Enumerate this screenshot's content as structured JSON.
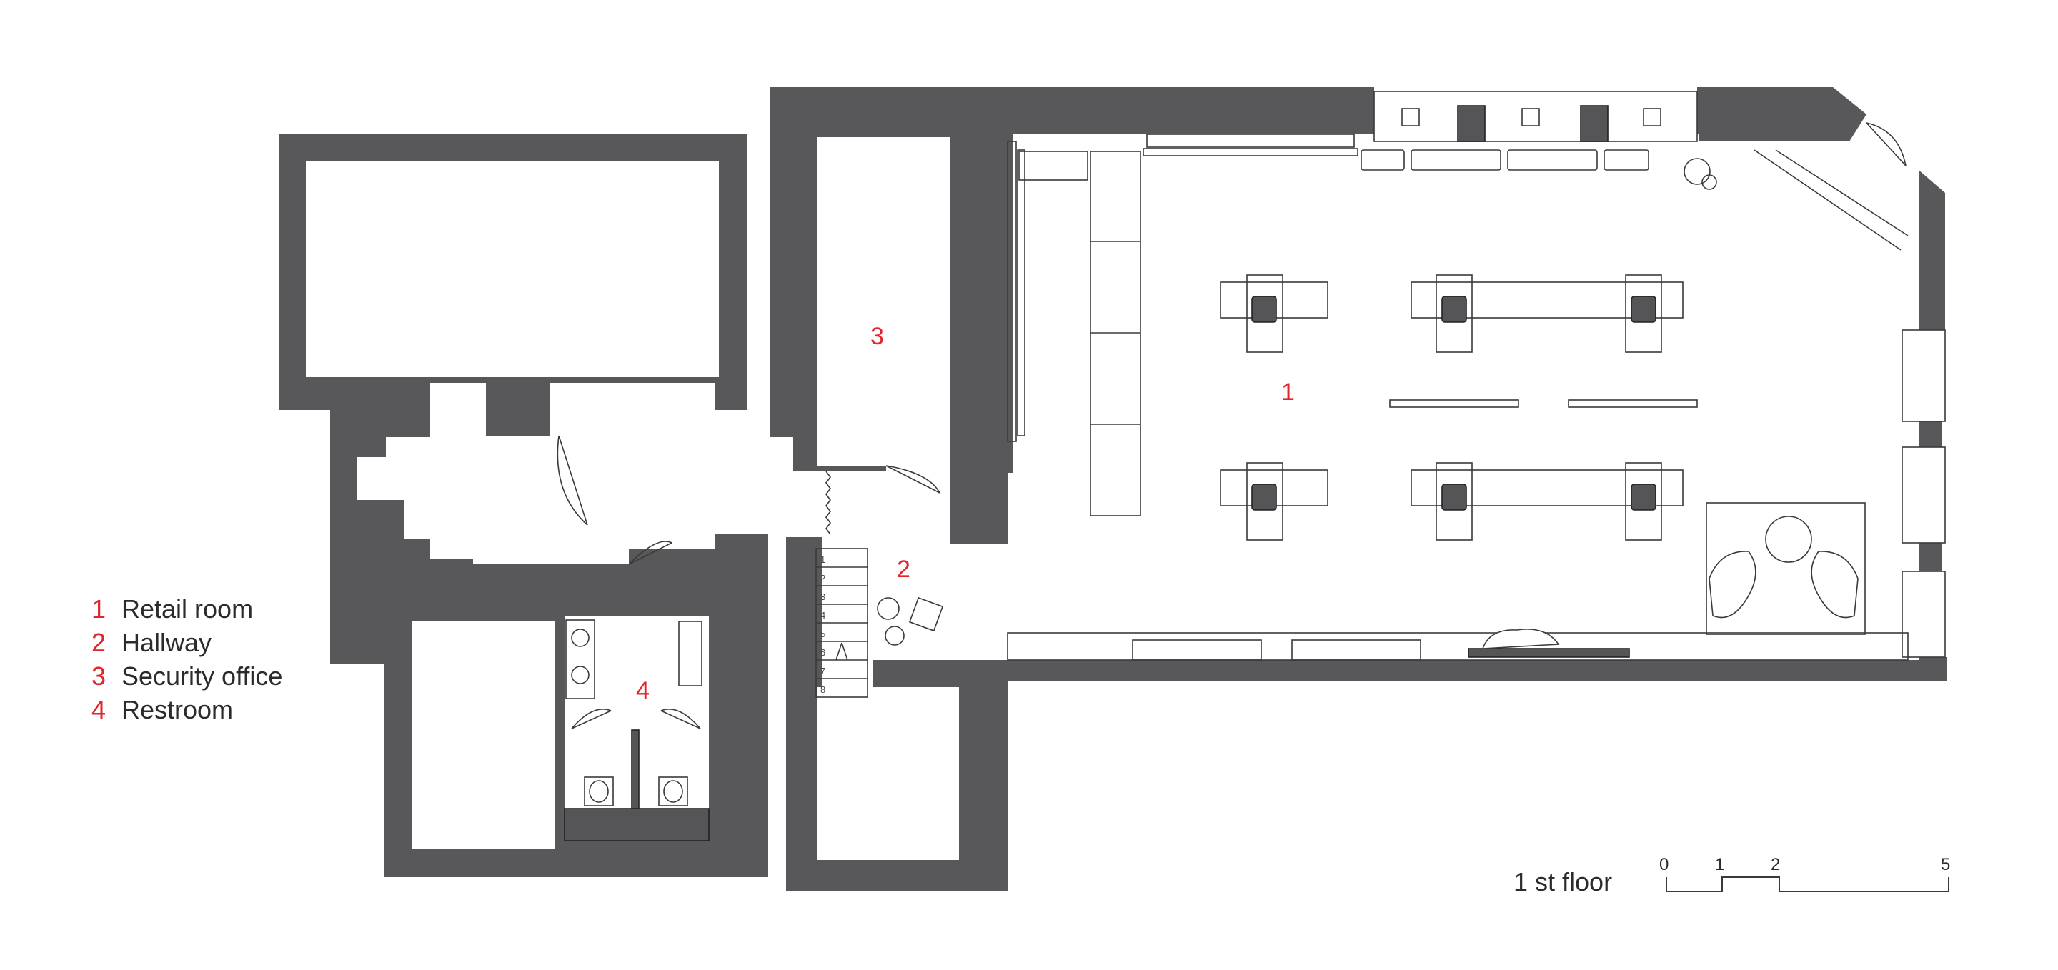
{
  "rooms": [
    {
      "number": "1",
      "label": "Retail room"
    },
    {
      "number": "2",
      "label": "Hallway"
    },
    {
      "number": "3",
      "label": "Security office"
    },
    {
      "number": "4",
      "label": "Restroom"
    }
  ],
  "stairs": {
    "steps": [
      "1",
      "2",
      "3",
      "4",
      "5",
      "6",
      "7",
      "8"
    ]
  },
  "floor_label": "1 st floor",
  "scale_bar": {
    "ticks": [
      "0",
      "1",
      "2",
      "5"
    ]
  },
  "colors": {
    "wall": "#58585a",
    "room_number": "#e0252b",
    "text": "#2b2b2b"
  }
}
